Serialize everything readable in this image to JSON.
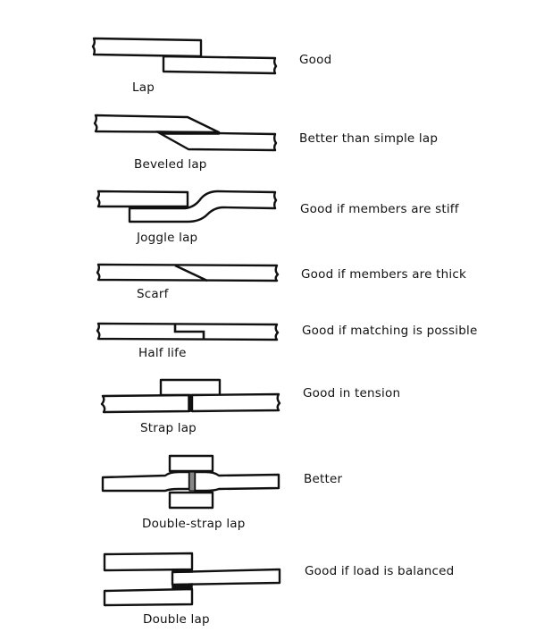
{
  "figure": {
    "joints": [
      {
        "name": "Lap",
        "rating": "Good"
      },
      {
        "name": "Beveled lap",
        "rating": "Better than simple lap"
      },
      {
        "name": "Joggle lap",
        "rating": "Good if members are stiff"
      },
      {
        "name": "Scarf",
        "rating": "Good if members are thick"
      },
      {
        "name": "Half life",
        "rating": "Good if matching is possible"
      },
      {
        "name": "Strap lap",
        "rating": "Good in tension"
      },
      {
        "name": "Double-strap lap",
        "rating": "Better"
      },
      {
        "name": "Double lap",
        "rating": "Good if load is balanced"
      }
    ]
  }
}
